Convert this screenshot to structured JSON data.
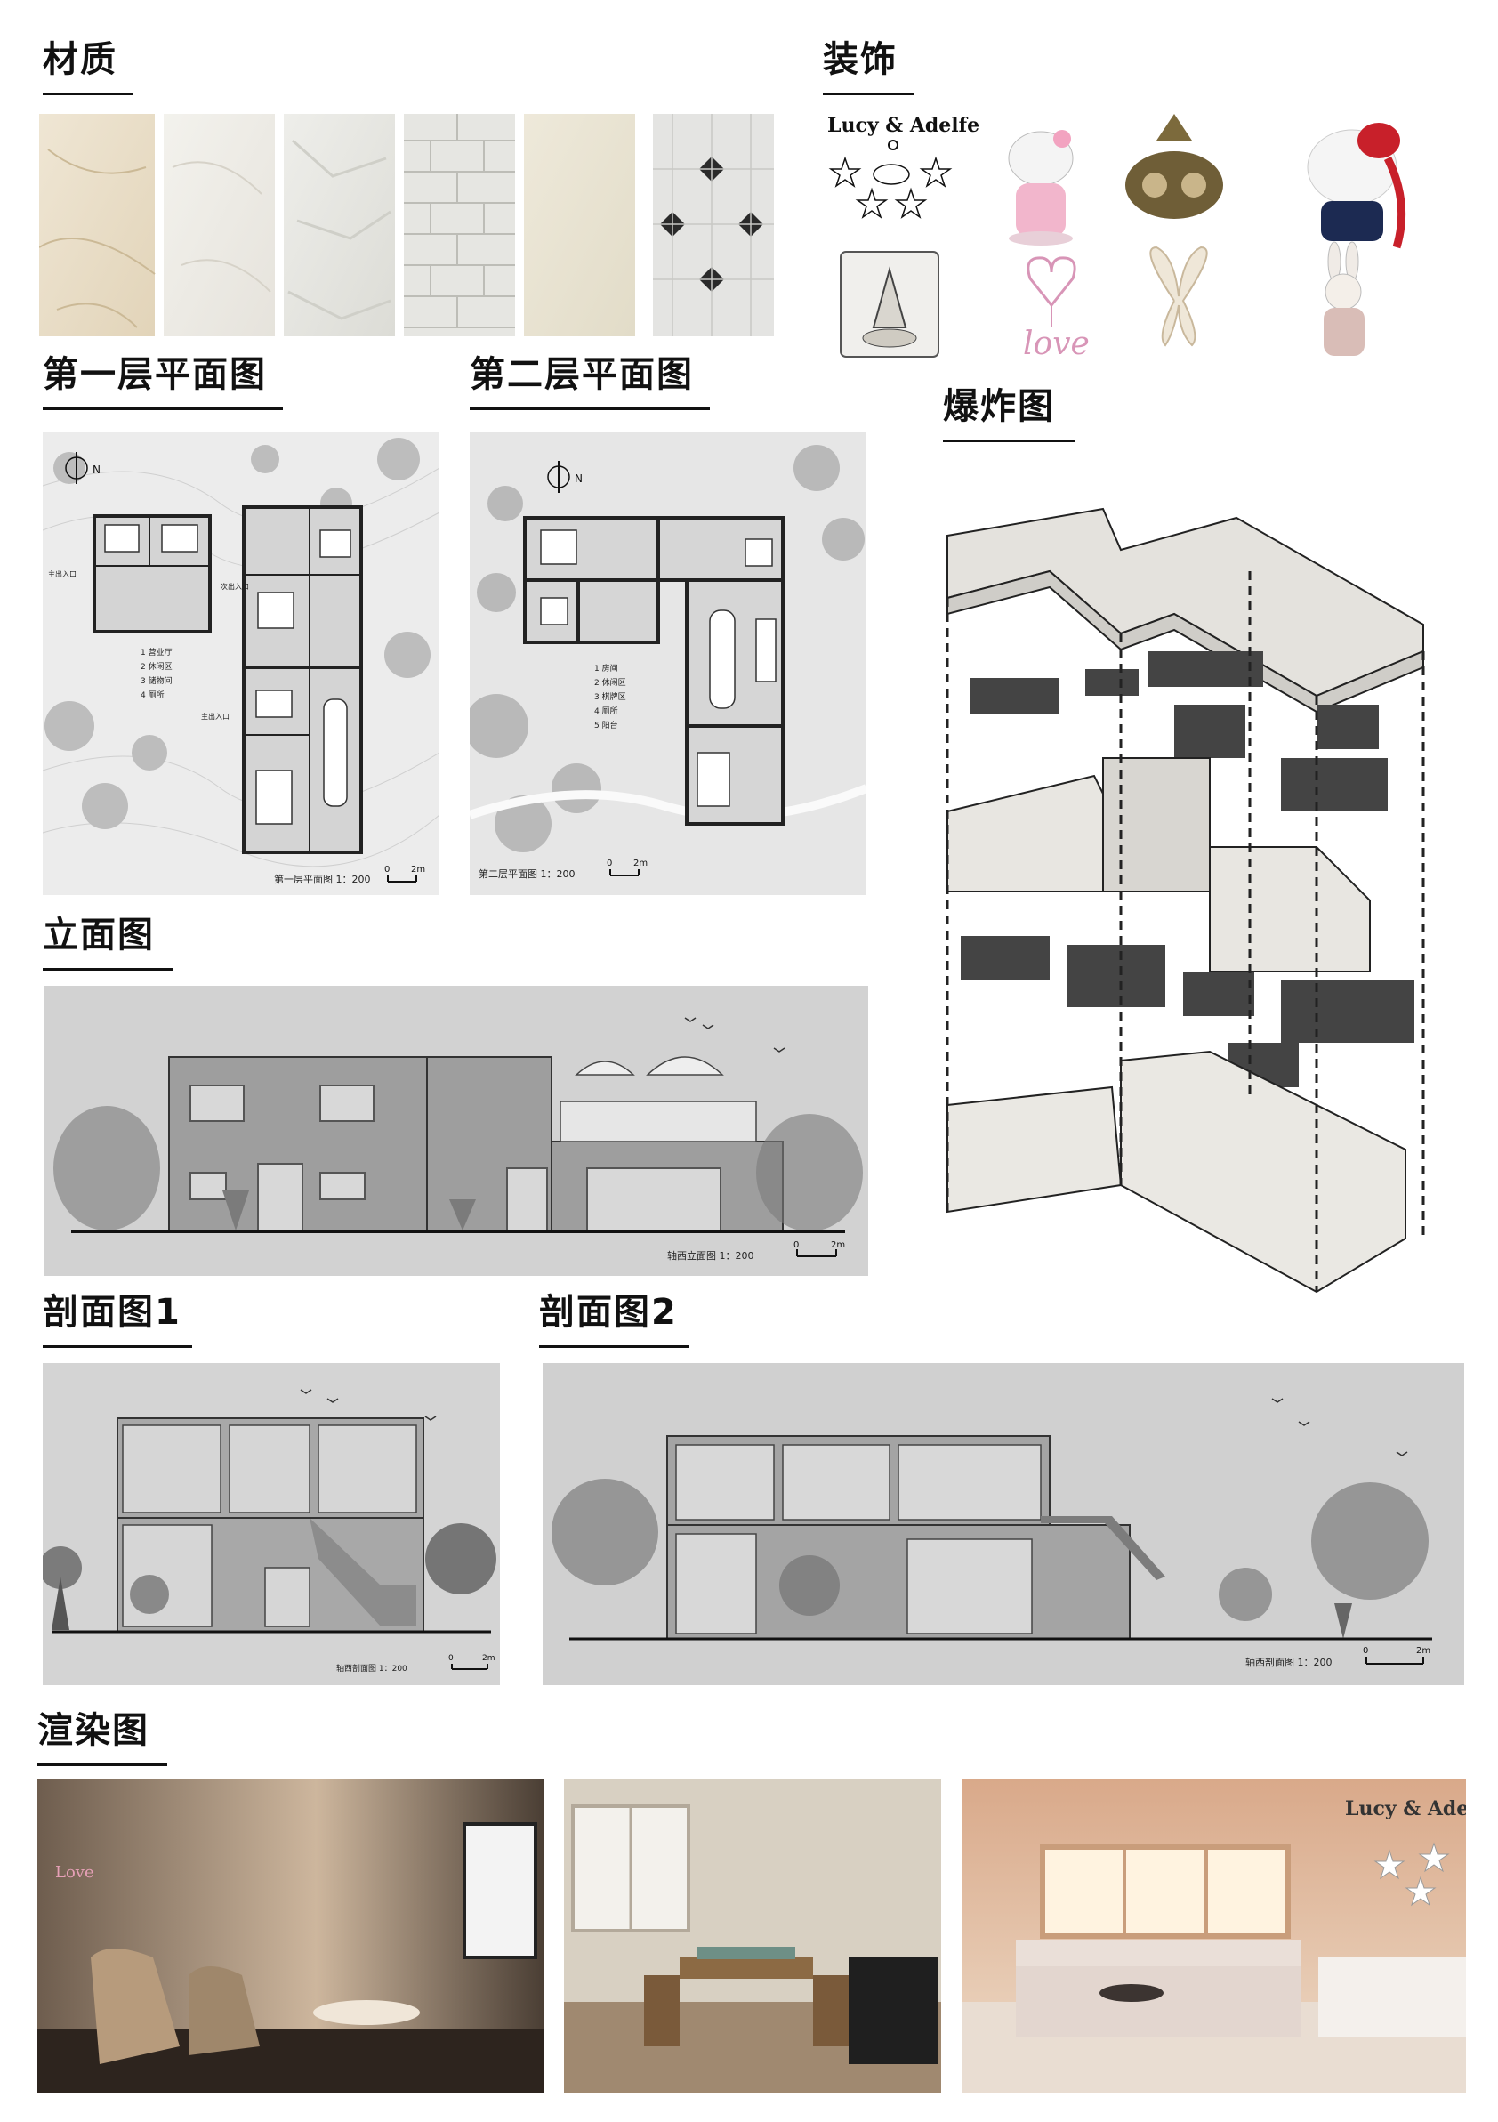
{
  "headings": {
    "materials": "材质",
    "decorations": "装饰",
    "floor1": "第一层平面图",
    "floor2": "第二层平面图",
    "exploded": "爆炸图",
    "elevation": "立面图",
    "section1": "剖面图1",
    "section2": "剖面图2",
    "renders": "渲染图"
  },
  "decor": {
    "sign_text": "Lucy & Adelfe",
    "love_text": "love"
  },
  "floor1": {
    "north": "N",
    "caption": "第一层平面图 1：200",
    "scale_0": "0",
    "scale_2": "2m",
    "legend": [
      "1 营业厅",
      "2 休闲区",
      "3 储物间",
      "4 厕所"
    ],
    "labels": {
      "entrance_a": "主出入口",
      "entrance_b": "次出入口",
      "entrance_c": "主出入口"
    }
  },
  "floor2": {
    "north": "N",
    "caption": "第二层平面图 1：200",
    "scale_0": "0",
    "scale_2": "2m",
    "legend": [
      "1 房间",
      "2 休闲区",
      "3 棋牌区",
      "4 厕所",
      "5 阳台"
    ]
  },
  "elevation": {
    "caption": "轴西立面图 1：200",
    "scale_0": "0",
    "scale_2": "2m"
  },
  "section1": {
    "caption": "轴西剖面图 1：200",
    "scale_0": "0",
    "scale_2": "2m"
  },
  "section2": {
    "caption": "轴西剖面图 1：200",
    "scale_0": "0",
    "scale_2": "2m"
  },
  "renders": {
    "sign_text": "Lucy & Ade",
    "wall_love": "Love"
  },
  "colors": {
    "ink": "#111111",
    "paper_gray": "#d6d6d6",
    "building_gray": "#9a9a9a",
    "render_warm": "#d9b79a"
  }
}
